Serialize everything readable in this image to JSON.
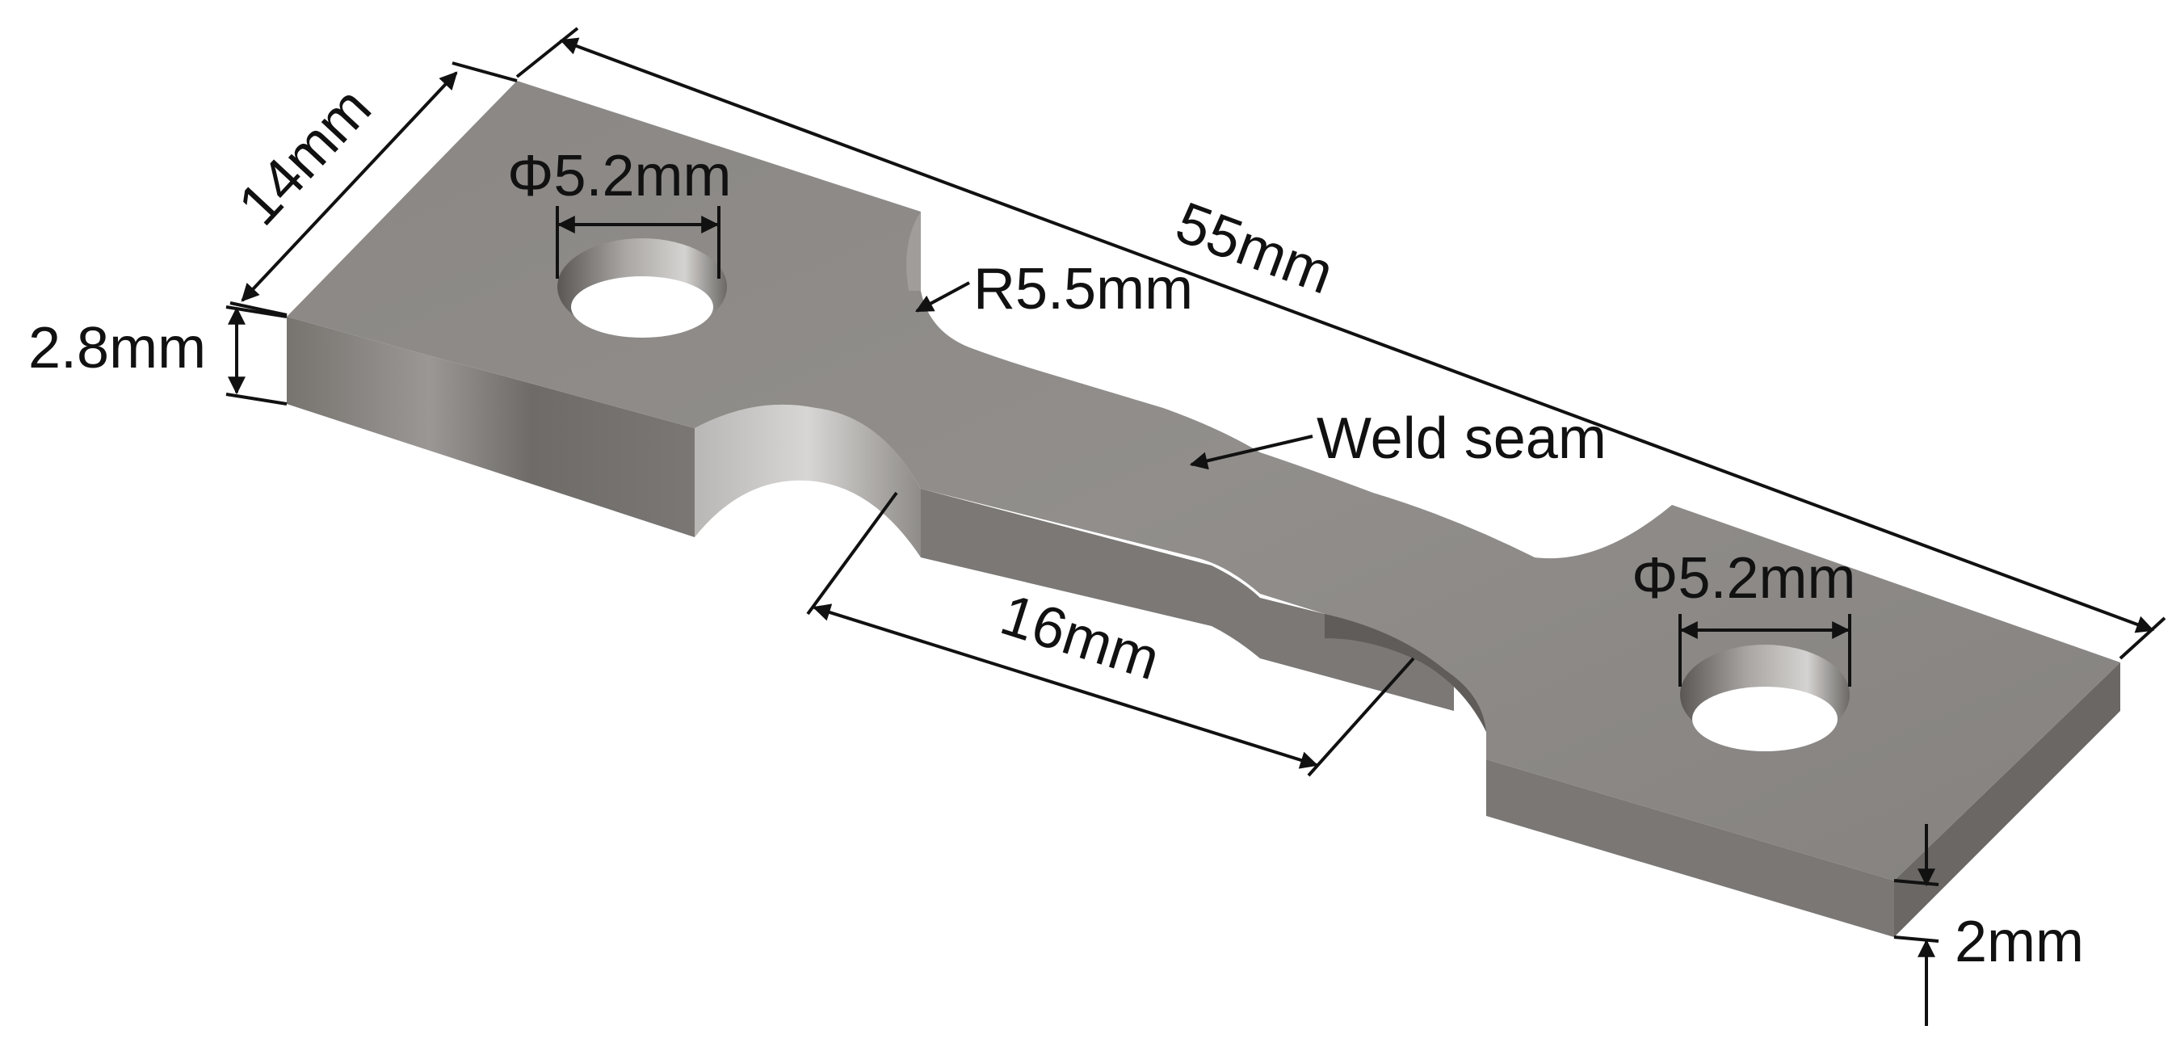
{
  "labels": {
    "overall_length": "55mm",
    "width": "14mm",
    "thickness_left": "2.8mm",
    "thickness_right": "2mm",
    "hole_left": "Φ5.2mm",
    "hole_right": "Φ5.2mm",
    "fillet_radius": "R5.5mm",
    "gauge_length": "16mm",
    "weld": "Weld seam"
  },
  "colors": {
    "metal_top": "#8d8a87",
    "metal_side": "#6f6c69",
    "metal_front": "#7c7976",
    "line": "#111111",
    "background": "#ffffff"
  }
}
